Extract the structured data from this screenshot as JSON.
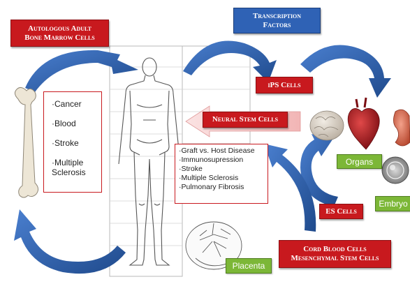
{
  "labels": {
    "autologous": "Autologous Adult\nBone Marrow Cells",
    "transcription": "Transcription\nFactors",
    "ips": "iPS Cells",
    "neural": "Neural Stem Cells",
    "es": "ES Cells",
    "cord": "Cord Blood Cells\nMesenchymal Stem Cells"
  },
  "green_labels": {
    "organs": "Organs",
    "embryo": "Embryo",
    "placenta": "Placenta"
  },
  "left_uses": [
    "·Cancer",
    "·Blood",
    "·Stroke",
    "·Multiple\nSclerosis"
  ],
  "right_uses": [
    "·Graft vs. Host Disease",
    "·Immunosupression",
    "·Stroke",
    "·Multiple Sclerosis",
    "·Pulmonary Fibrosis"
  ],
  "colors": {
    "red": "#c8191e",
    "blue": "#2f62b5",
    "green": "#7cb737",
    "arrow_blue": "#2e5fa8"
  },
  "icons": [
    "femur-bone-icon",
    "human-body-outline-icon",
    "brain-icon",
    "heart-icon",
    "kidney-icon",
    "embryo-icon",
    "placenta-icon"
  ]
}
